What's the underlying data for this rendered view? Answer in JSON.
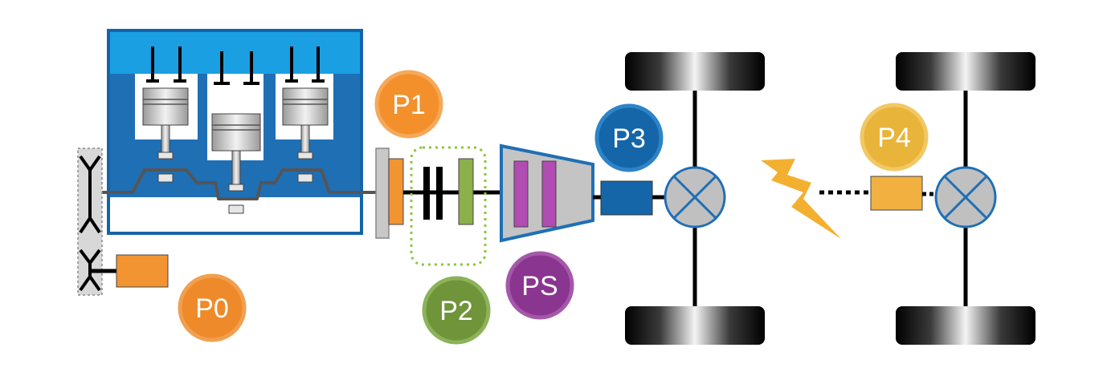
{
  "labels": {
    "p0": "P0",
    "p1": "P1",
    "p2": "P2",
    "p3": "P3",
    "p4": "P4",
    "ps": "PS"
  },
  "colors": {
    "engine_head": "#1a9fe3",
    "engine_block": "#1f6fb5",
    "engine_outline": "#1564a8",
    "p0_fill": "#ef8a2a",
    "p0_ring": "#f0a050",
    "p1_fill": "#f3902c",
    "p1_ring": "#f6a85a",
    "p2_fill": "#70943a",
    "p2_ring": "#8cb35a",
    "p3_fill": "#1566a8",
    "p3_ring": "#2d84c8",
    "p4_fill": "#e9b43a",
    "p4_ring": "#f2c865",
    "ps_fill": "#8a3590",
    "ps_ring": "#a558aa",
    "motor_orange": "#f29431",
    "motor_green": "#8cb04a",
    "motor_purple": "#b14cb3",
    "motor_blue": "#1566a8",
    "lightning": "#f3b030",
    "axle": "#000000"
  }
}
